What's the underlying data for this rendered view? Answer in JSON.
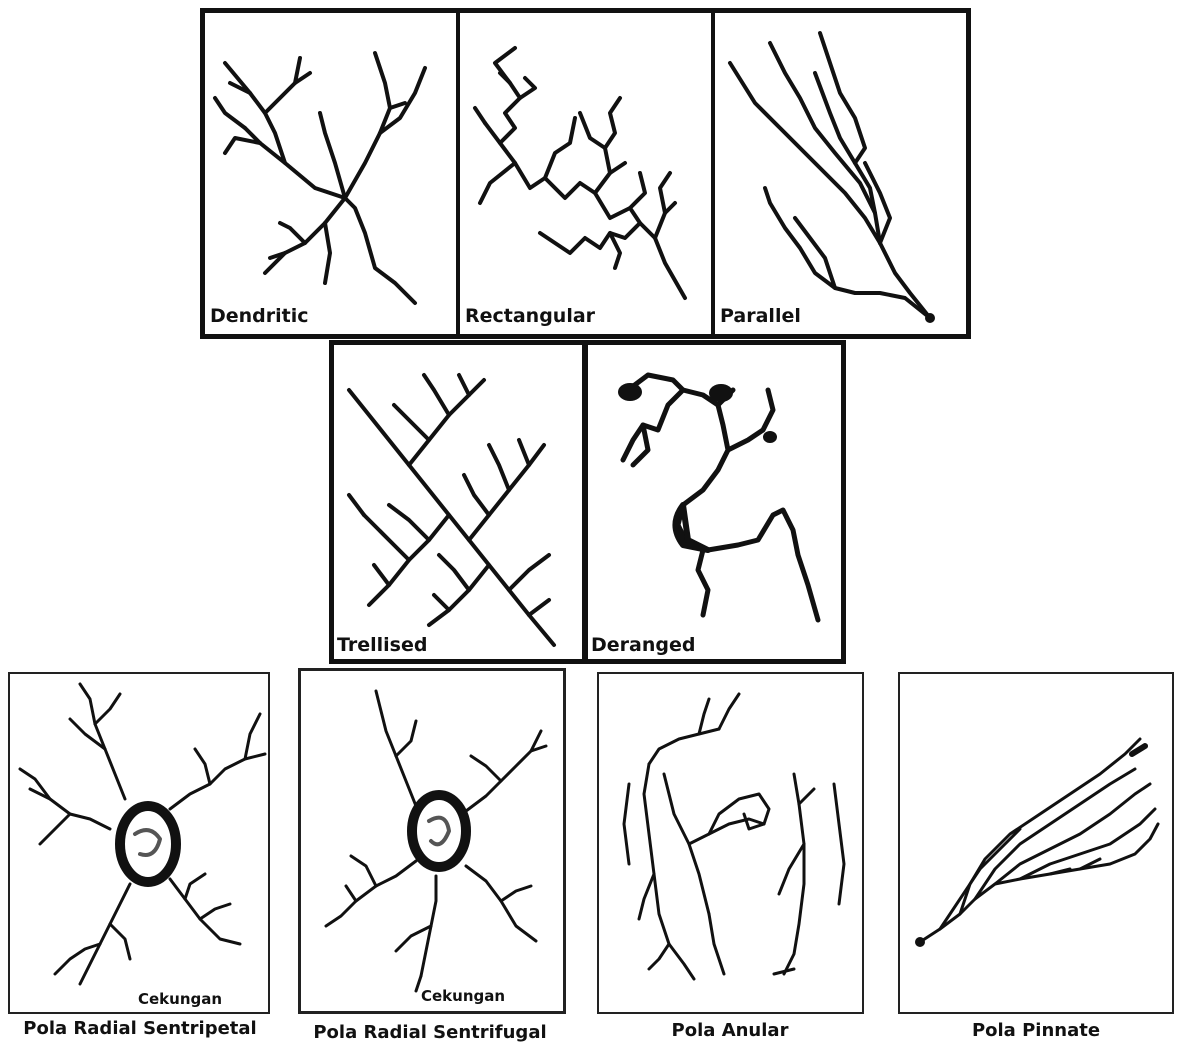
{
  "top_row": {
    "dendritic": "Dendritic",
    "rectangular": "Rectangular",
    "parallel": "Parallel"
  },
  "middle_row": {
    "trellised": "Trellised",
    "deranged": "Deranged"
  },
  "bottom_row": {
    "radial_sentripetal": {
      "label": "Cekungan",
      "caption": "Pola Radial Sentripetal"
    },
    "radial_sentrifugal": {
      "label": "Cekungan",
      "caption": "Pola Radial Sentrifugal"
    },
    "anular": {
      "caption": "Pola Anular"
    },
    "pinnate": {
      "caption": "Pola Pinnate"
    }
  },
  "colors": {
    "line": "#111111",
    "border": "#111111",
    "background": "#ffffff"
  }
}
